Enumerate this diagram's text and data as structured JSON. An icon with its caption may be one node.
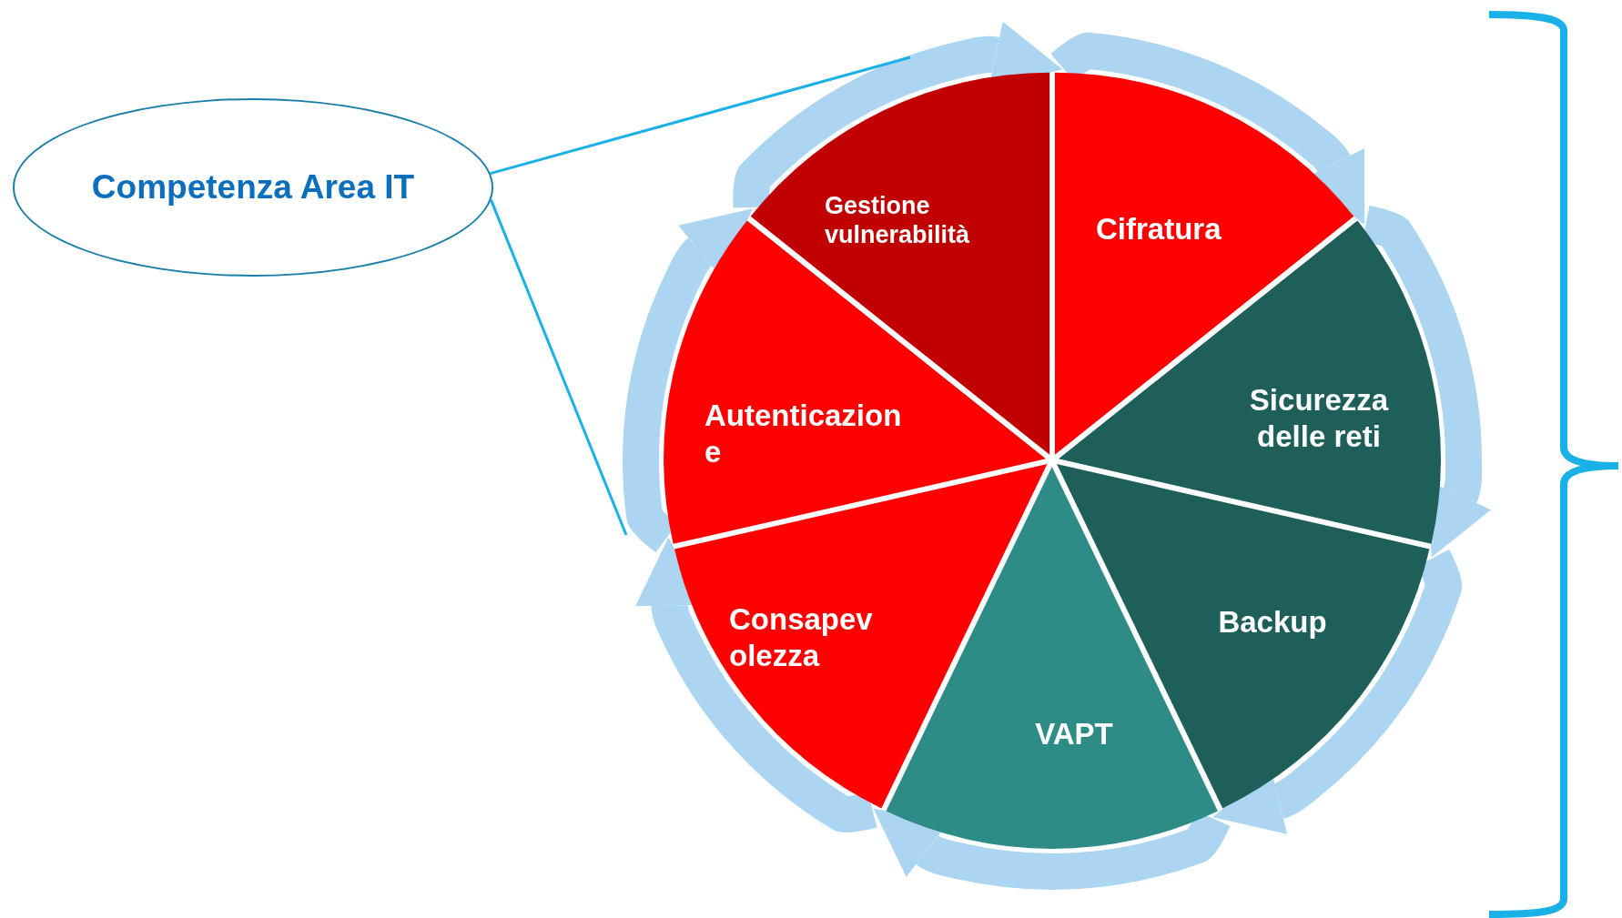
{
  "diagram": {
    "nodes": [
      {
        "text": [
          "Competenza Area IT"
        ]
      },
      {
        "text": [
          "Gestione vulnerabilità"
        ]
      },
      {
        "text": [
          "Cifratura"
        ]
      },
      {
        "text": [
          "Sicurezza delle reti"
        ]
      },
      {
        "text": [
          "Backup"
        ]
      },
      {
        "text": [
          "VAPT"
        ]
      },
      {
        "text": [
          "Consapevolezza"
        ]
      },
      {
        "text": [
          "Autenticazione"
        ]
      }
    ],
    "edges": [
      {
        "from": 1,
        "to": 2,
        "arrow": "to"
      },
      {
        "from": 2,
        "to": 3,
        "arrow": "to"
      },
      {
        "from": 3,
        "to": 4,
        "arrow": "to"
      },
      {
        "from": 4,
        "to": 5,
        "arrow": "to"
      },
      {
        "from": 5,
        "to": 6,
        "arrow": "to"
      },
      {
        "from": 6,
        "to": 7,
        "arrow": "to"
      },
      {
        "from": 7,
        "to": 1,
        "arrow": "to"
      },
      {
        "from": 0,
        "to": 1,
        "arrow": "none",
        "color": "#1ab0e8"
      },
      {
        "from": 0,
        "to": 7,
        "arrow": "none",
        "color": "#1ab0e8"
      }
    ]
  }
}
